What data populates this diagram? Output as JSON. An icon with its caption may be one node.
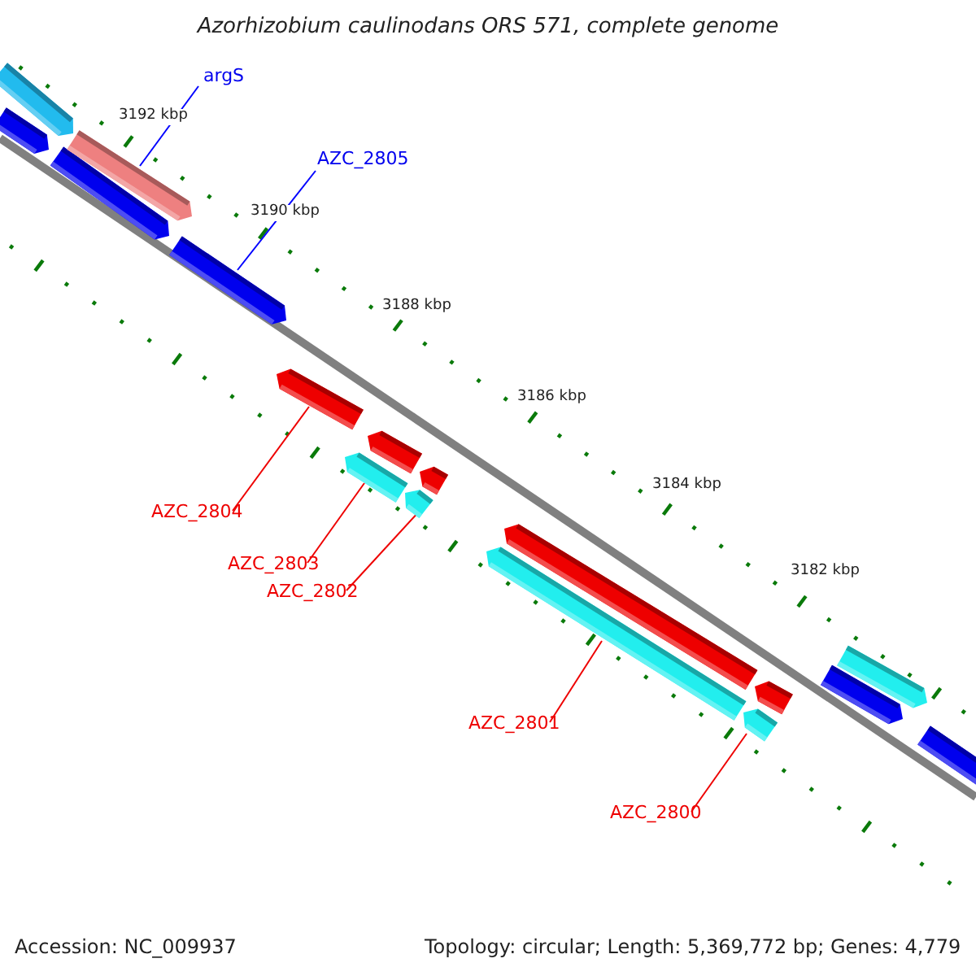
{
  "diagram": {
    "title": "Azorhizobium caulinodans ORS 571, complete genome",
    "nodes": [
      {
        "text": [
          "argS"
        ]
      },
      {
        "text": [
          "AZC_2805"
        ]
      },
      {
        "text": [
          "AZC_2804"
        ]
      },
      {
        "text": [
          "AZC_2803"
        ]
      },
      {
        "text": [
          "AZC_2802"
        ]
      },
      {
        "text": [
          "AZC_2801"
        ]
      },
      {
        "text": [
          "AZC_2800"
        ]
      },
      {
        "text": [],
        "shape": "bar"
      },
      {
        "text": [],
        "shape": "bar"
      },
      {
        "text": [],
        "shape": "bar"
      },
      {
        "text": [],
        "shape": "bar"
      },
      {
        "text": [],
        "shape": "bar"
      },
      {
        "text": [],
        "shape": "bar"
      },
      {
        "text": [],
        "shape": "bar"
      },
      {
        "text": [],
        "shape": "bar"
      },
      {
        "text": [],
        "shape": "bar"
      },
      {
        "text": [],
        "shape": "bar"
      },
      {
        "text": [],
        "shape": "bar"
      },
      {
        "text": [],
        "shape": "bar"
      },
      {
        "text": [],
        "shape": "bar"
      },
      {
        "text": [],
        "shape": "bar"
      },
      {
        "text": [],
        "shape": "bar"
      },
      {
        "text": [],
        "shape": "bar"
      },
      {
        "text": [],
        "shape": "bar"
      }
    ],
    "edges": [
      {
        "from": 0,
        "to": 10,
        "arrow": "none",
        "color": "#0000ff"
      },
      {
        "from": 1,
        "to": 11,
        "arrow": "none",
        "color": "#0000ff"
      },
      {
        "from": 2,
        "to": 12,
        "arrow": "none"
      },
      {
        "from": 3,
        "to": 13,
        "arrow": "none"
      },
      {
        "from": 4,
        "to": 15,
        "arrow": "none"
      },
      {
        "from": 5,
        "to": 17,
        "arrow": "none"
      },
      {
        "from": 6,
        "to": 19,
        "arrow": "none"
      }
    ],
    "labels": [
      "3192 kbp",
      "3190 kbp",
      "3188 kbp",
      "3186 kbp",
      "3184 kbp",
      "3182 kbp",
      "Accession: NC_009937",
      "Topology: circular; Length: 5,369,772 bp; Genes: 4,779"
    ]
  }
}
